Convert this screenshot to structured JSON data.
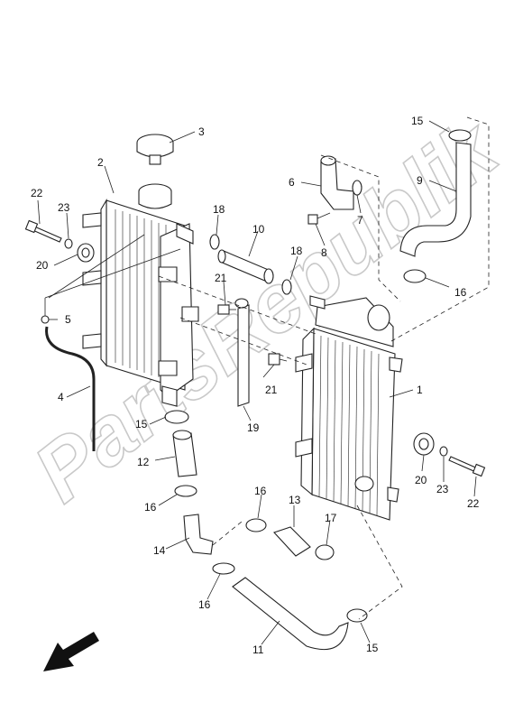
{
  "diagram": {
    "watermark": "PartsRepublik",
    "callouts": [
      {
        "id": "c1",
        "text": "1"
      },
      {
        "id": "c2",
        "text": "2"
      },
      {
        "id": "c3",
        "text": "3"
      },
      {
        "id": "c4",
        "text": "4"
      },
      {
        "id": "c5",
        "text": "5"
      },
      {
        "id": "c6",
        "text": "6"
      },
      {
        "id": "c7",
        "text": "7"
      },
      {
        "id": "c8",
        "text": "8"
      },
      {
        "id": "c9",
        "text": "9"
      },
      {
        "id": "c10",
        "text": "10"
      },
      {
        "id": "c11",
        "text": "11"
      },
      {
        "id": "c12",
        "text": "12"
      },
      {
        "id": "c13",
        "text": "13"
      },
      {
        "id": "c14",
        "text": "14"
      },
      {
        "id": "c15a",
        "text": "15"
      },
      {
        "id": "c15b",
        "text": "15"
      },
      {
        "id": "c15c",
        "text": "15"
      },
      {
        "id": "c16a",
        "text": "16"
      },
      {
        "id": "c16b",
        "text": "16"
      },
      {
        "id": "c16c",
        "text": "16"
      },
      {
        "id": "c16d",
        "text": "16"
      },
      {
        "id": "c17",
        "text": "17"
      },
      {
        "id": "c18a",
        "text": "18"
      },
      {
        "id": "c18b",
        "text": "18"
      },
      {
        "id": "c19",
        "text": "19"
      },
      {
        "id": "c20a",
        "text": "20"
      },
      {
        "id": "c20b",
        "text": "20"
      },
      {
        "id": "c21a",
        "text": "21"
      },
      {
        "id": "c21b",
        "text": "21"
      },
      {
        "id": "c22a",
        "text": "22"
      },
      {
        "id": "c22b",
        "text": "22"
      },
      {
        "id": "c23a",
        "text": "23"
      },
      {
        "id": "c23b",
        "text": "23"
      }
    ]
  }
}
